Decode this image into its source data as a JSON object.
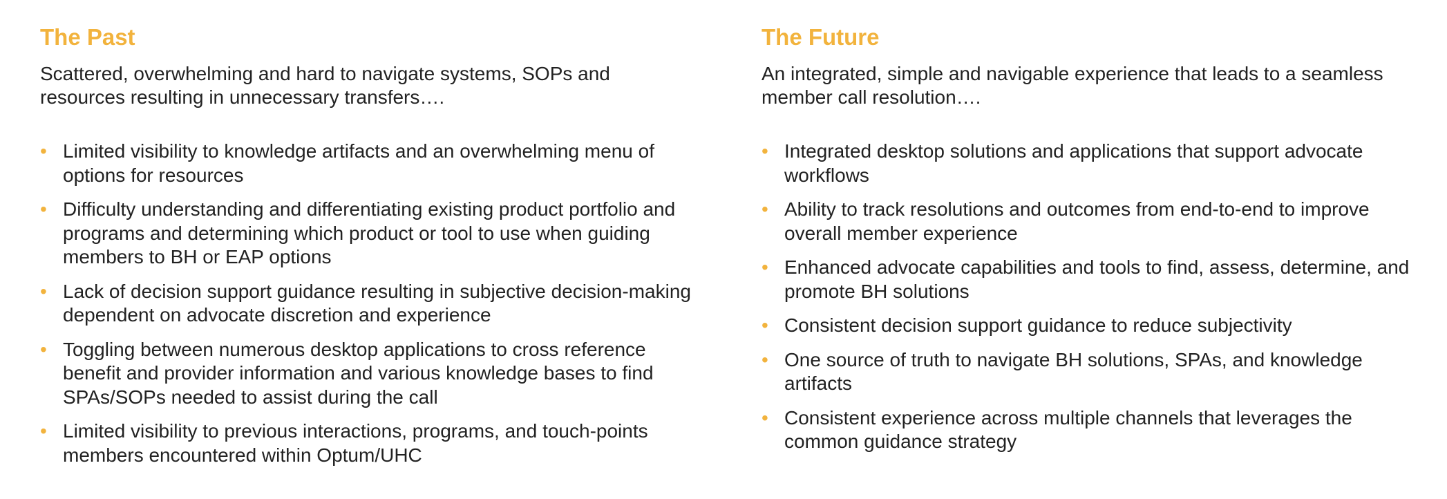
{
  "accent_color": "#F2B33D",
  "text_color": "#222222",
  "bullet_icon": "bullet-dot-icon",
  "past": {
    "heading": "The Past",
    "intro": "Scattered, overwhelming and hard to navigate systems, SOPs and resources resulting in unnecessary transfers….",
    "bullets": [
      "Limited visibility to knowledge artifacts and an overwhelming menu of options for resources",
      "Difficulty understanding and differentiating existing product portfolio and programs and determining which product or tool to use when guiding members to BH or EAP options",
      "Lack of decision support guidance resulting in subjective decision-making dependent on advocate discretion and experience",
      "Toggling between numerous desktop applications to cross reference benefit and provider information and various knowledge bases to find SPAs/SOPs needed to assist during the call",
      "Limited visibility to previous interactions, programs, and touch-points members encountered within Optum/UHC"
    ]
  },
  "future": {
    "heading": "The Future",
    "intro": "An integrated, simple and navigable experience that leads to a seamless member call resolution….",
    "bullets": [
      "Integrated desktop solutions and applications that support advocate workflows",
      "Ability to track resolutions and outcomes from end-to-end to improve overall member experience",
      "Enhanced advocate capabilities and tools to find, assess, determine, and promote BH solutions",
      "Consistent decision support guidance to reduce subjectivity",
      "One source of truth to navigate BH solutions, SPAs, and knowledge artifacts",
      "Consistent experience across multiple channels that leverages the common guidance strategy"
    ]
  }
}
